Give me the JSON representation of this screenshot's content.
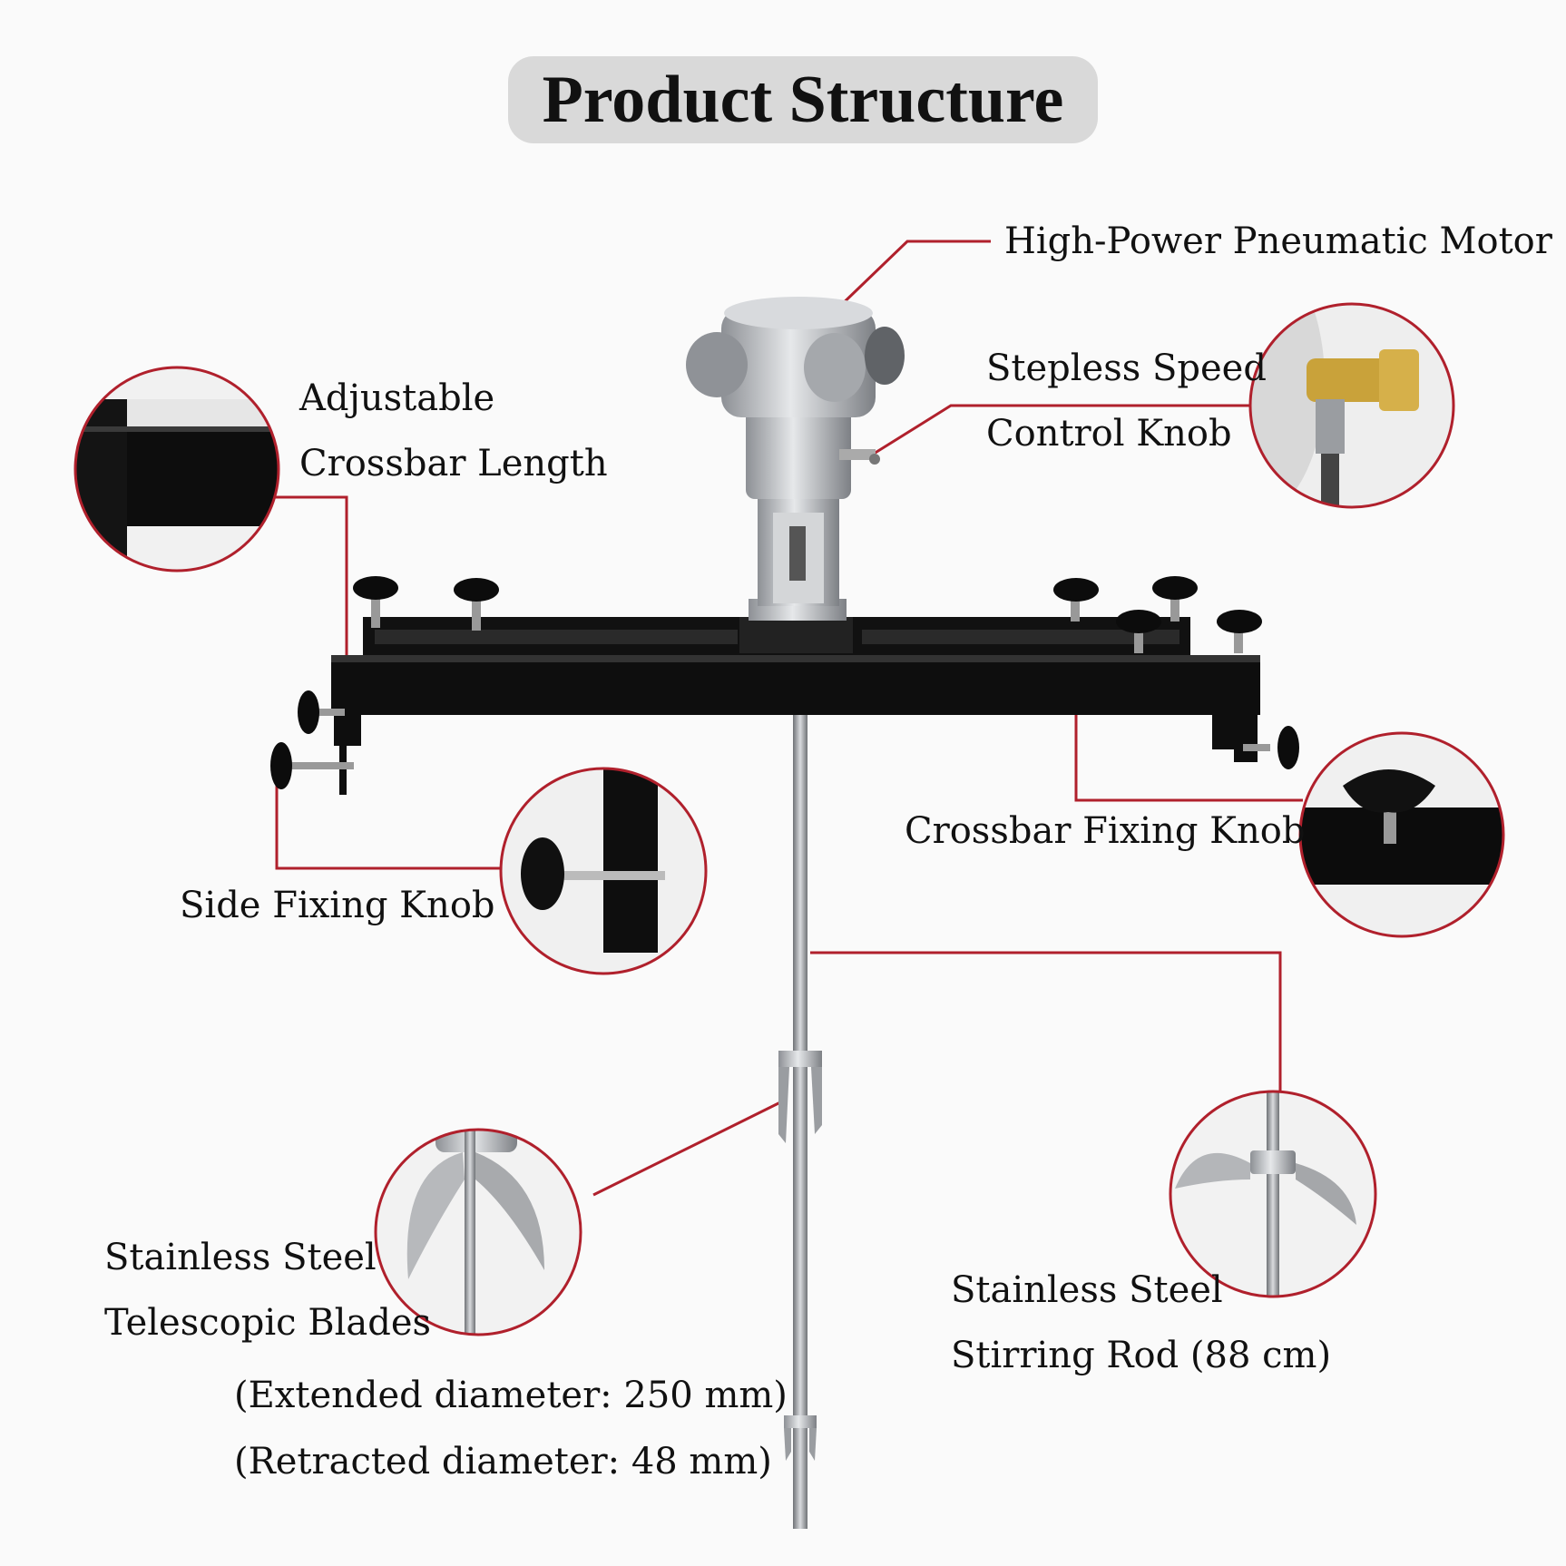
{
  "title": "Product Structure",
  "labels": {
    "motor": "High-Power Pneumatic Motor",
    "speed_line1": "Stepless Speed",
    "speed_line2": "Control Knob",
    "crossbar_len_line1": "Adjustable",
    "crossbar_len_line2": "Crossbar Length",
    "crossbar_knob": "Crossbar Fixing Knob",
    "side_knob": "Side Fixing Knob",
    "blades_line1": "Stainless Steel",
    "blades_line2": "Telescopic Blades",
    "blades_ext": "(Extended diameter: 250 mm)",
    "blades_ret": "(Retracted diameter: 48 mm)",
    "rod_line1": "Stainless Steel",
    "rod_line2": "Stirring Rod (88 cm)"
  },
  "colors": {
    "leader": "#b0202c",
    "frame": "#0e0e0e",
    "metal": "#b9bcc0",
    "brass": "#c9a23a"
  }
}
